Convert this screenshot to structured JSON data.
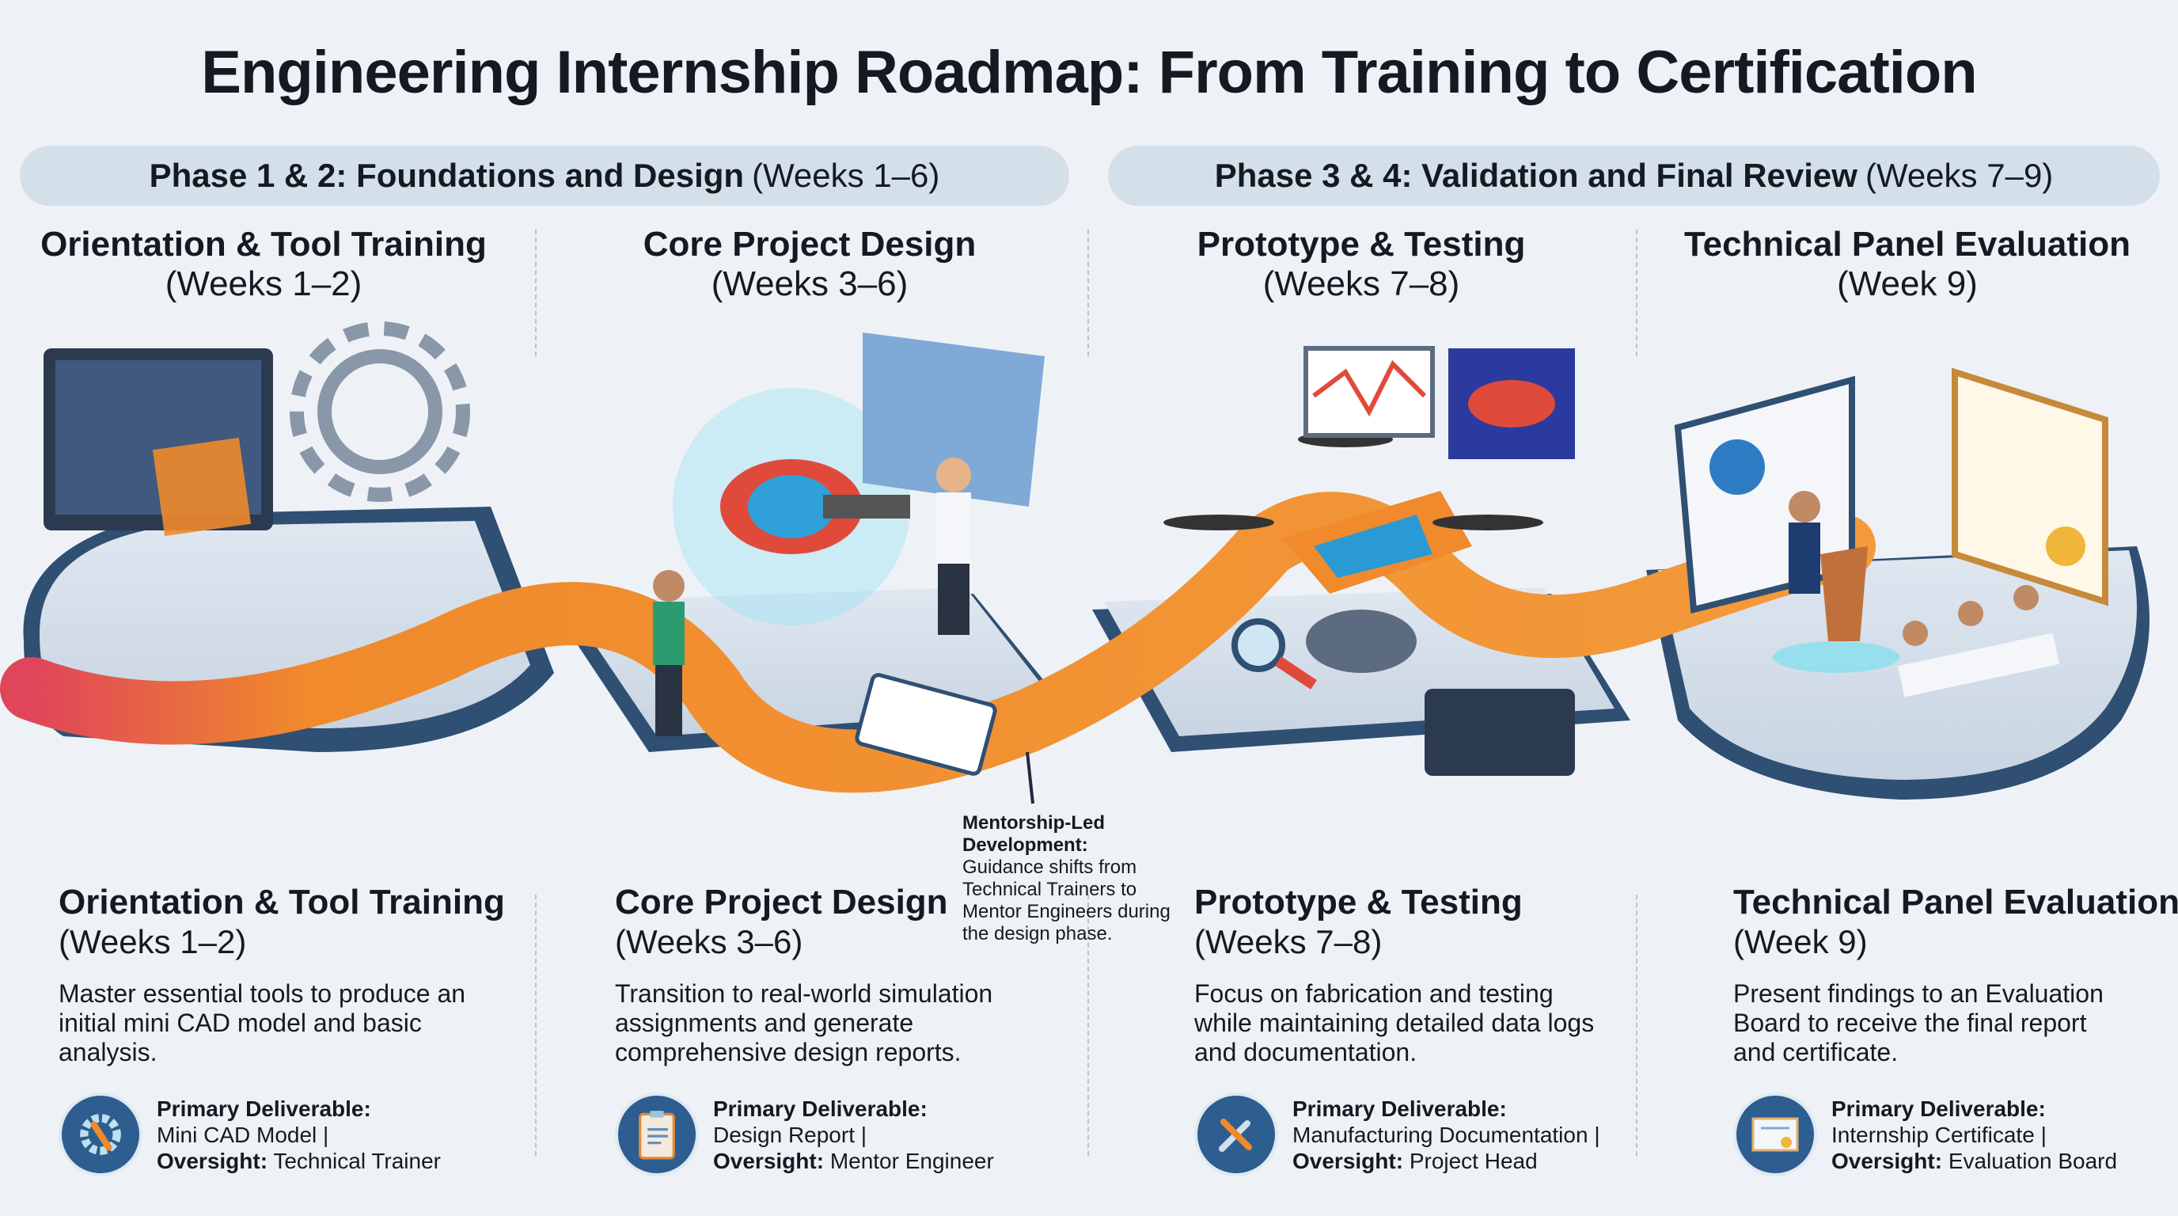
{
  "title": "Engineering Internship Roadmap: From Training to Certification",
  "phases": [
    {
      "label": "Phase 1 & 2: Foundations and Design",
      "weeks": "(Weeks 1–6)"
    },
    {
      "label": "Phase 3 & 4: Validation and Final Review",
      "weeks": "(Weeks 7–9)"
    }
  ],
  "stages": [
    {
      "title": "Orientation & Tool Training",
      "weeks": "(Weeks 1–2)",
      "description": "Master essential tools to produce an initial mini CAD model and basic analysis.",
      "deliverable_label": "Primary Deliverable:",
      "deliverable": "Mini CAD Model |",
      "oversight_label": "Oversight:",
      "oversight": "Technical Trainer",
      "icon": "gear-wrench-icon"
    },
    {
      "title": "Core Project Design",
      "weeks": "(Weeks 3–6)",
      "description": "Transition to real-world simulation assignments and generate comprehensive design reports.",
      "deliverable_label": "Primary Deliverable:",
      "deliverable": "Design Report |",
      "oversight_label": "Oversight:",
      "oversight": "Mentor Engineer",
      "icon": "clipboard-icon"
    },
    {
      "title": "Prototype & Testing",
      "weeks": "(Weeks 7–8)",
      "description": "Focus on fabrication and testing while maintaining detailed data logs and documentation.",
      "deliverable_label": "Primary Deliverable:",
      "deliverable": "Manufacturing Documentation |",
      "oversight_label": "Oversight:",
      "oversight": "Project Head",
      "icon": "tools-icon"
    },
    {
      "title": "Technical Panel Evaluation",
      "weeks": "(Week 9)",
      "description": "Present findings to an Evaluation Board to receive the final report and certificate.",
      "deliverable_label": "Primary Deliverable:",
      "deliverable": "Internship Certificate |",
      "oversight_label": "Oversight:",
      "oversight": "Evaluation Board",
      "icon": "certificate-icon"
    }
  ],
  "note": {
    "title": "Mentorship-Led Development:",
    "text": "Guidance shifts from Technical Trainers to Mentor Engineers during the design phase."
  },
  "colors": {
    "road": "#f08a2c",
    "platform": "#2f4f73",
    "icon_bg": "#2e5d8f",
    "phase_bar": "#d3e0ea"
  }
}
